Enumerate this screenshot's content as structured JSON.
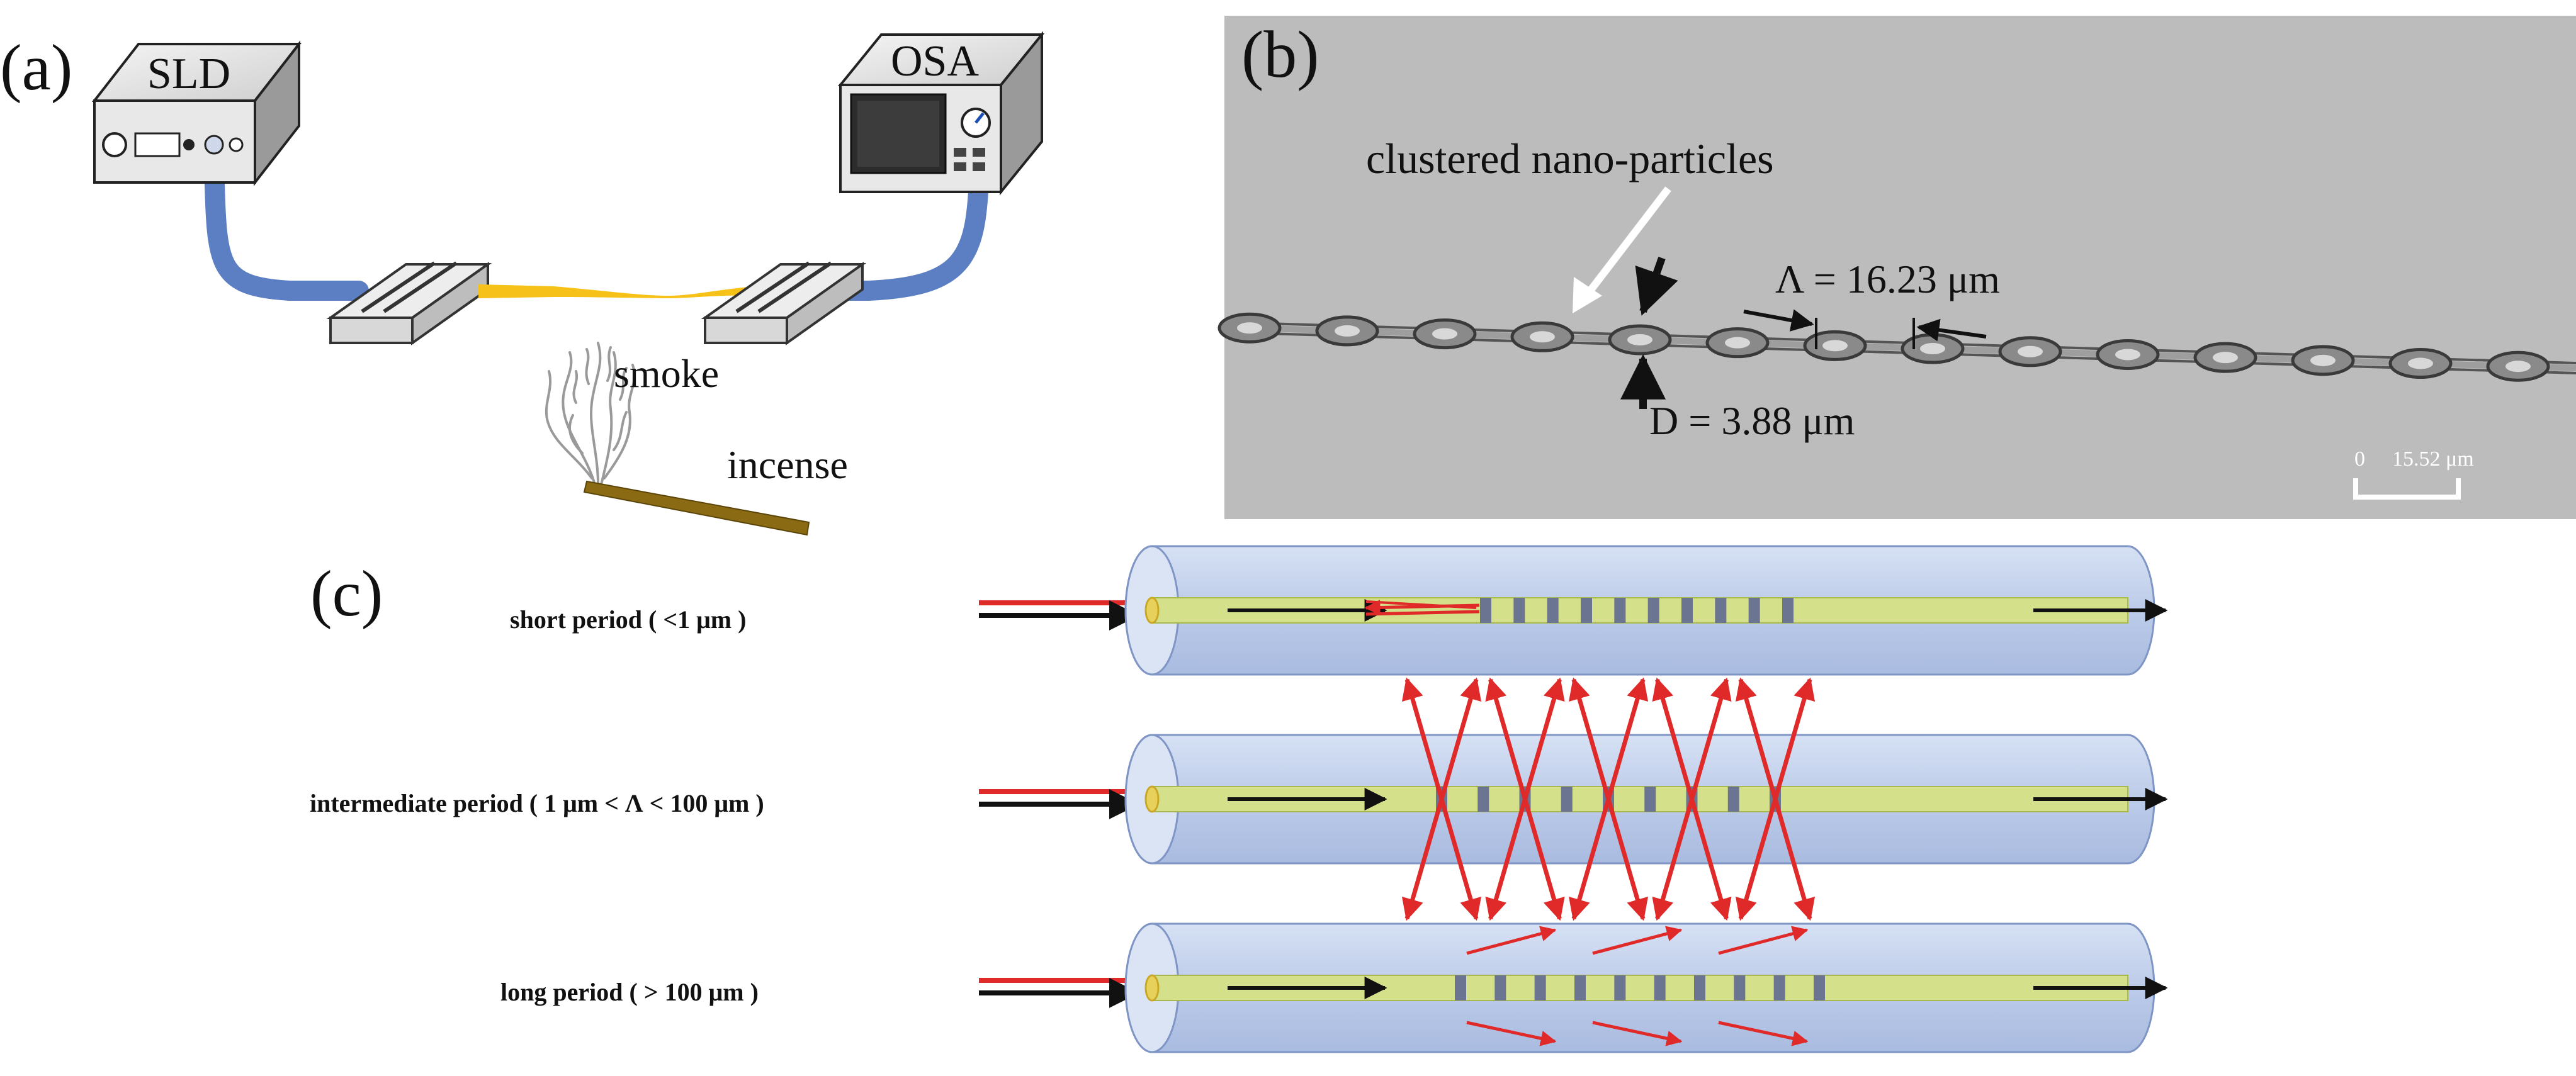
{
  "panel_a": {
    "label": "(a)",
    "source_label": "SLD",
    "analyzer_label": "OSA",
    "smoke_label": "smoke",
    "incense_label": "incense"
  },
  "panel_b": {
    "label": "(b)",
    "particles_label": "clustered nano-particles",
    "period_label": "Λ = 16.23 μm",
    "diameter_label": "D = 3.88 μm",
    "scale_zero": "0",
    "scale_value": "15.52 μm"
  },
  "panel_c": {
    "label": "(c)",
    "rows": [
      {
        "label": "short period ( <1 μm )"
      },
      {
        "label": "intermediate period ( 1 μm < Λ < 100 μm )"
      },
      {
        "label": "long period ( > 100 μm )"
      }
    ]
  },
  "colors": {
    "cladding": "#c4d2ec",
    "cladding_stroke": "#7f95c5",
    "core": "#d5e08a",
    "core_stroke": "#a8b84e",
    "grating": "#6b7490",
    "light_red": "#e02a2a",
    "arrow_black": "#111111",
    "fiber_blue": "#5b7fc2",
    "taper_yellow": "#f6c21a",
    "sem_gray": "#bcbcbc",
    "incense_brown": "#8b6a14"
  }
}
